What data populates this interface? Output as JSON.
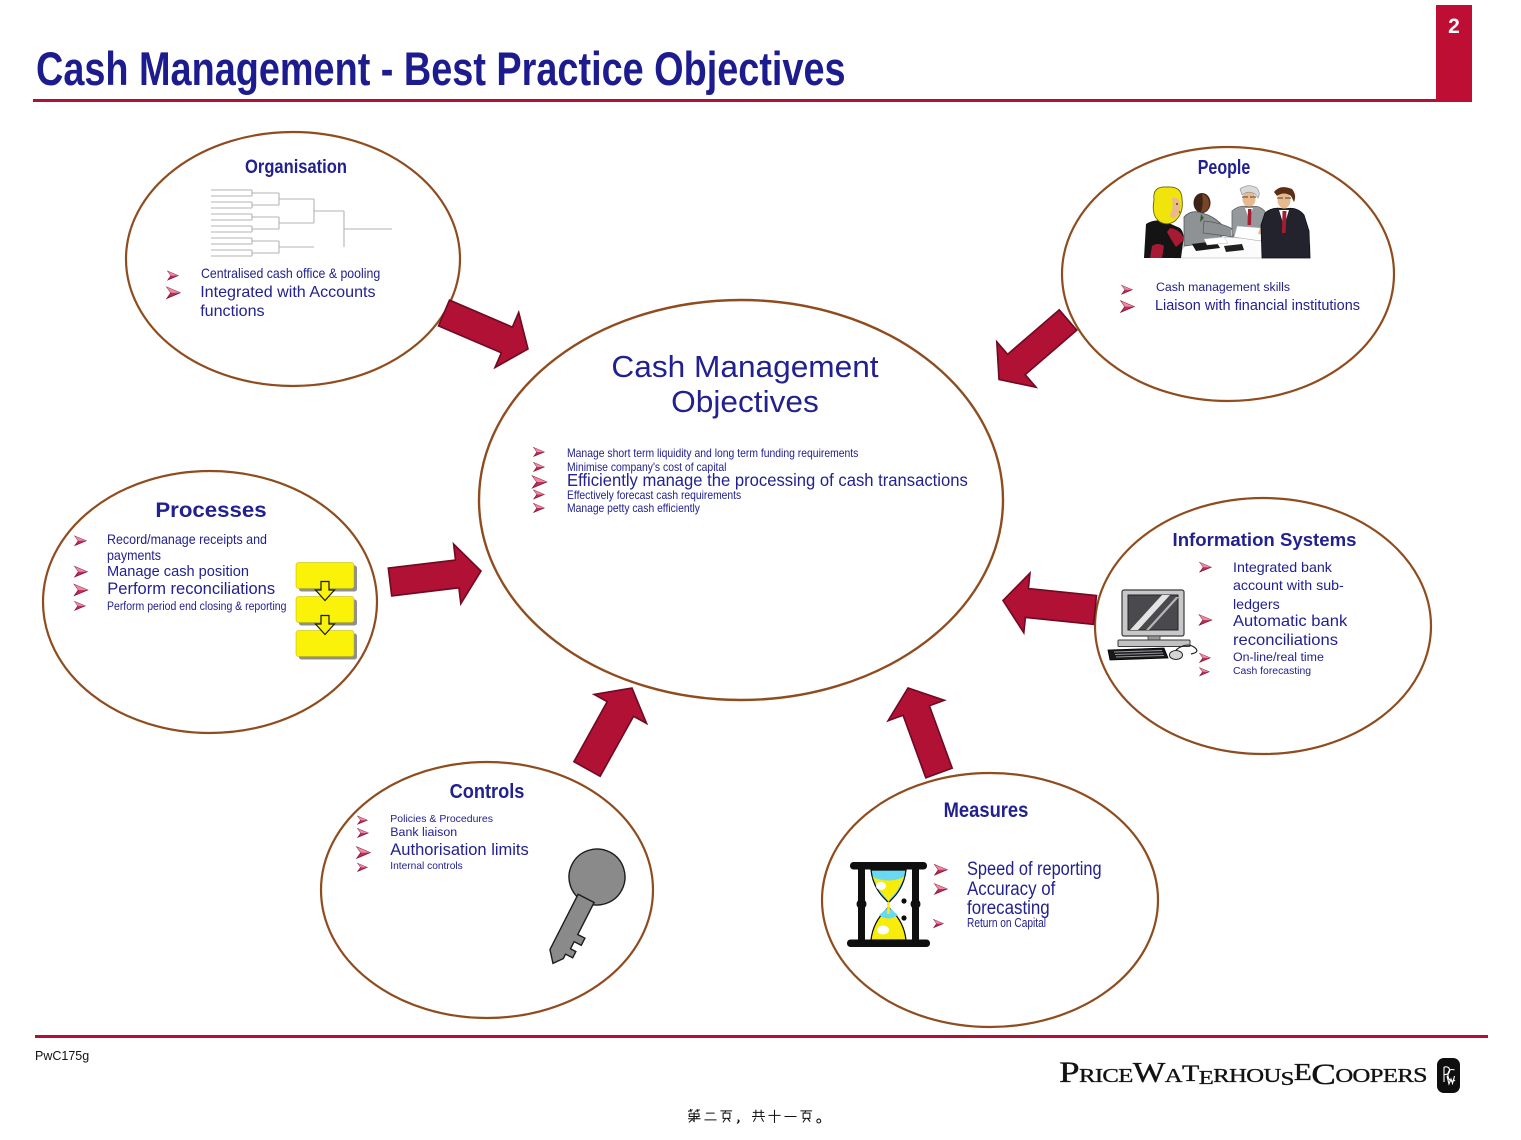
{
  "page": {
    "number": "2",
    "title": "Cash Management - Best Practice Objectives",
    "footer": {
      "doc_code": "PwC175g",
      "page_info": "第二页，共十一页。",
      "logo_text": "PricewaterhouseCoopers",
      "logo_monogram": "PW"
    }
  },
  "colors": {
    "accent_red": "#B30F34",
    "navy_text": "#22218F",
    "ellipse_brown": "#8F4C1F",
    "flowchart_yellow": "#FAF208",
    "hourglass_cyan": "#69D9F2",
    "hourglass_yellow": "#F7EC0A"
  },
  "center": {
    "title": "Cash Management Objectives",
    "title_line1": "Cash Management",
    "title_line2": "Objectives",
    "bullets": [
      {
        "text": "Manage short term liquidity and long term funding requirements",
        "emphasis": "small"
      },
      {
        "text": "Minimise company's cost of capital",
        "emphasis": "small"
      },
      {
        "text": "Efficiently manage the processing of cash transactions",
        "emphasis": "large"
      },
      {
        "text": "Effectively forecast cash requirements",
        "emphasis": "small"
      },
      {
        "text": "Manage petty cash efficiently",
        "emphasis": "small"
      }
    ]
  },
  "nodes": {
    "organisation": {
      "title": "Organisation",
      "icon": "org-chart",
      "bullets": [
        {
          "text": "Centralised cash office & pooling",
          "emphasis": "small"
        },
        {
          "text": "Integrated with Accounts functions",
          "emphasis": "large"
        }
      ]
    },
    "people": {
      "title": "People",
      "icon": "business-meeting",
      "bullets": [
        {
          "text": "Cash management skills",
          "emphasis": "small"
        },
        {
          "text": "Liaison with financial institutions",
          "emphasis": "large"
        }
      ]
    },
    "processes": {
      "title": "Processes",
      "icon": "flowchart",
      "bullets": [
        {
          "text": "Record/manage receipts and payments",
          "emphasis": "small"
        },
        {
          "text": "Manage cash position",
          "emphasis": "medium"
        },
        {
          "text": "Perform reconciliations",
          "emphasis": "large"
        },
        {
          "text": "Perform period end closing & reporting",
          "emphasis": "small"
        }
      ]
    },
    "information_systems": {
      "title": "Information Systems",
      "icon": "desktop-computer",
      "bullets": [
        {
          "text": "Integrated bank account with sub-ledgers",
          "emphasis": "medium"
        },
        {
          "text": "Automatic bank reconciliations",
          "emphasis": "large"
        },
        {
          "text": "On-line/real time",
          "emphasis": "small"
        },
        {
          "text": "Cash forecasting",
          "emphasis": "small"
        }
      ]
    },
    "controls": {
      "title": "Controls",
      "icon": "key",
      "bullets": [
        {
          "text": "Policies & Procedures",
          "emphasis": "small"
        },
        {
          "text": "Bank liaison",
          "emphasis": "medium"
        },
        {
          "text": "Authorisation limits",
          "emphasis": "large"
        },
        {
          "text": "Internal controls",
          "emphasis": "small"
        }
      ]
    },
    "measures": {
      "title": "Measures",
      "icon": "hourglass",
      "bullets": [
        {
          "text": "Speed of reporting",
          "emphasis": "large"
        },
        {
          "text": "Accuracy of forecasting",
          "emphasis": "large"
        },
        {
          "text": "Return on Capital",
          "emphasis": "small"
        }
      ]
    }
  }
}
